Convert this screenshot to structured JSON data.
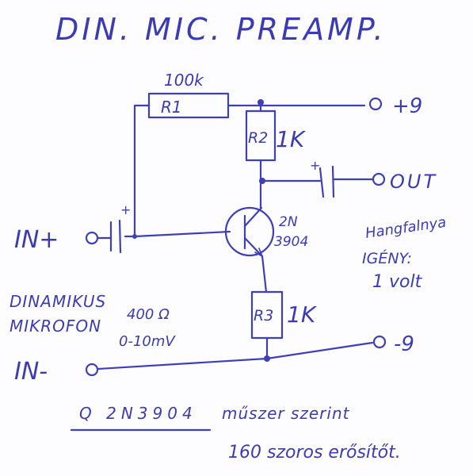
{
  "title": "DIN. MIC. PREAMP.",
  "components": {
    "r1": {
      "name": "R1",
      "value": "100k"
    },
    "r2": {
      "name": "R2",
      "value": "1K"
    },
    "r3": {
      "name": "R3",
      "value": "1K"
    },
    "transistor": {
      "line1": "2N",
      "line2": "3904"
    },
    "cap_in_plus": "+",
    "cap_out_plus": "+"
  },
  "terminals": {
    "vplus": "+9",
    "out": "OUT",
    "vminus": "-9",
    "in_plus": "IN+",
    "in_minus": "IN-"
  },
  "notes": {
    "speaker": [
      "Hangfalnya",
      "IGÉNY:",
      "1 volt"
    ],
    "microphone": [
      "DINAMIKUS",
      "MIKROFON"
    ],
    "mic_spec": [
      "400 Ω",
      "0-10mV"
    ],
    "footer_q": "Q 2N3904",
    "footer_text": [
      "műszer szerint",
      "160 szoros erősítőt."
    ]
  }
}
